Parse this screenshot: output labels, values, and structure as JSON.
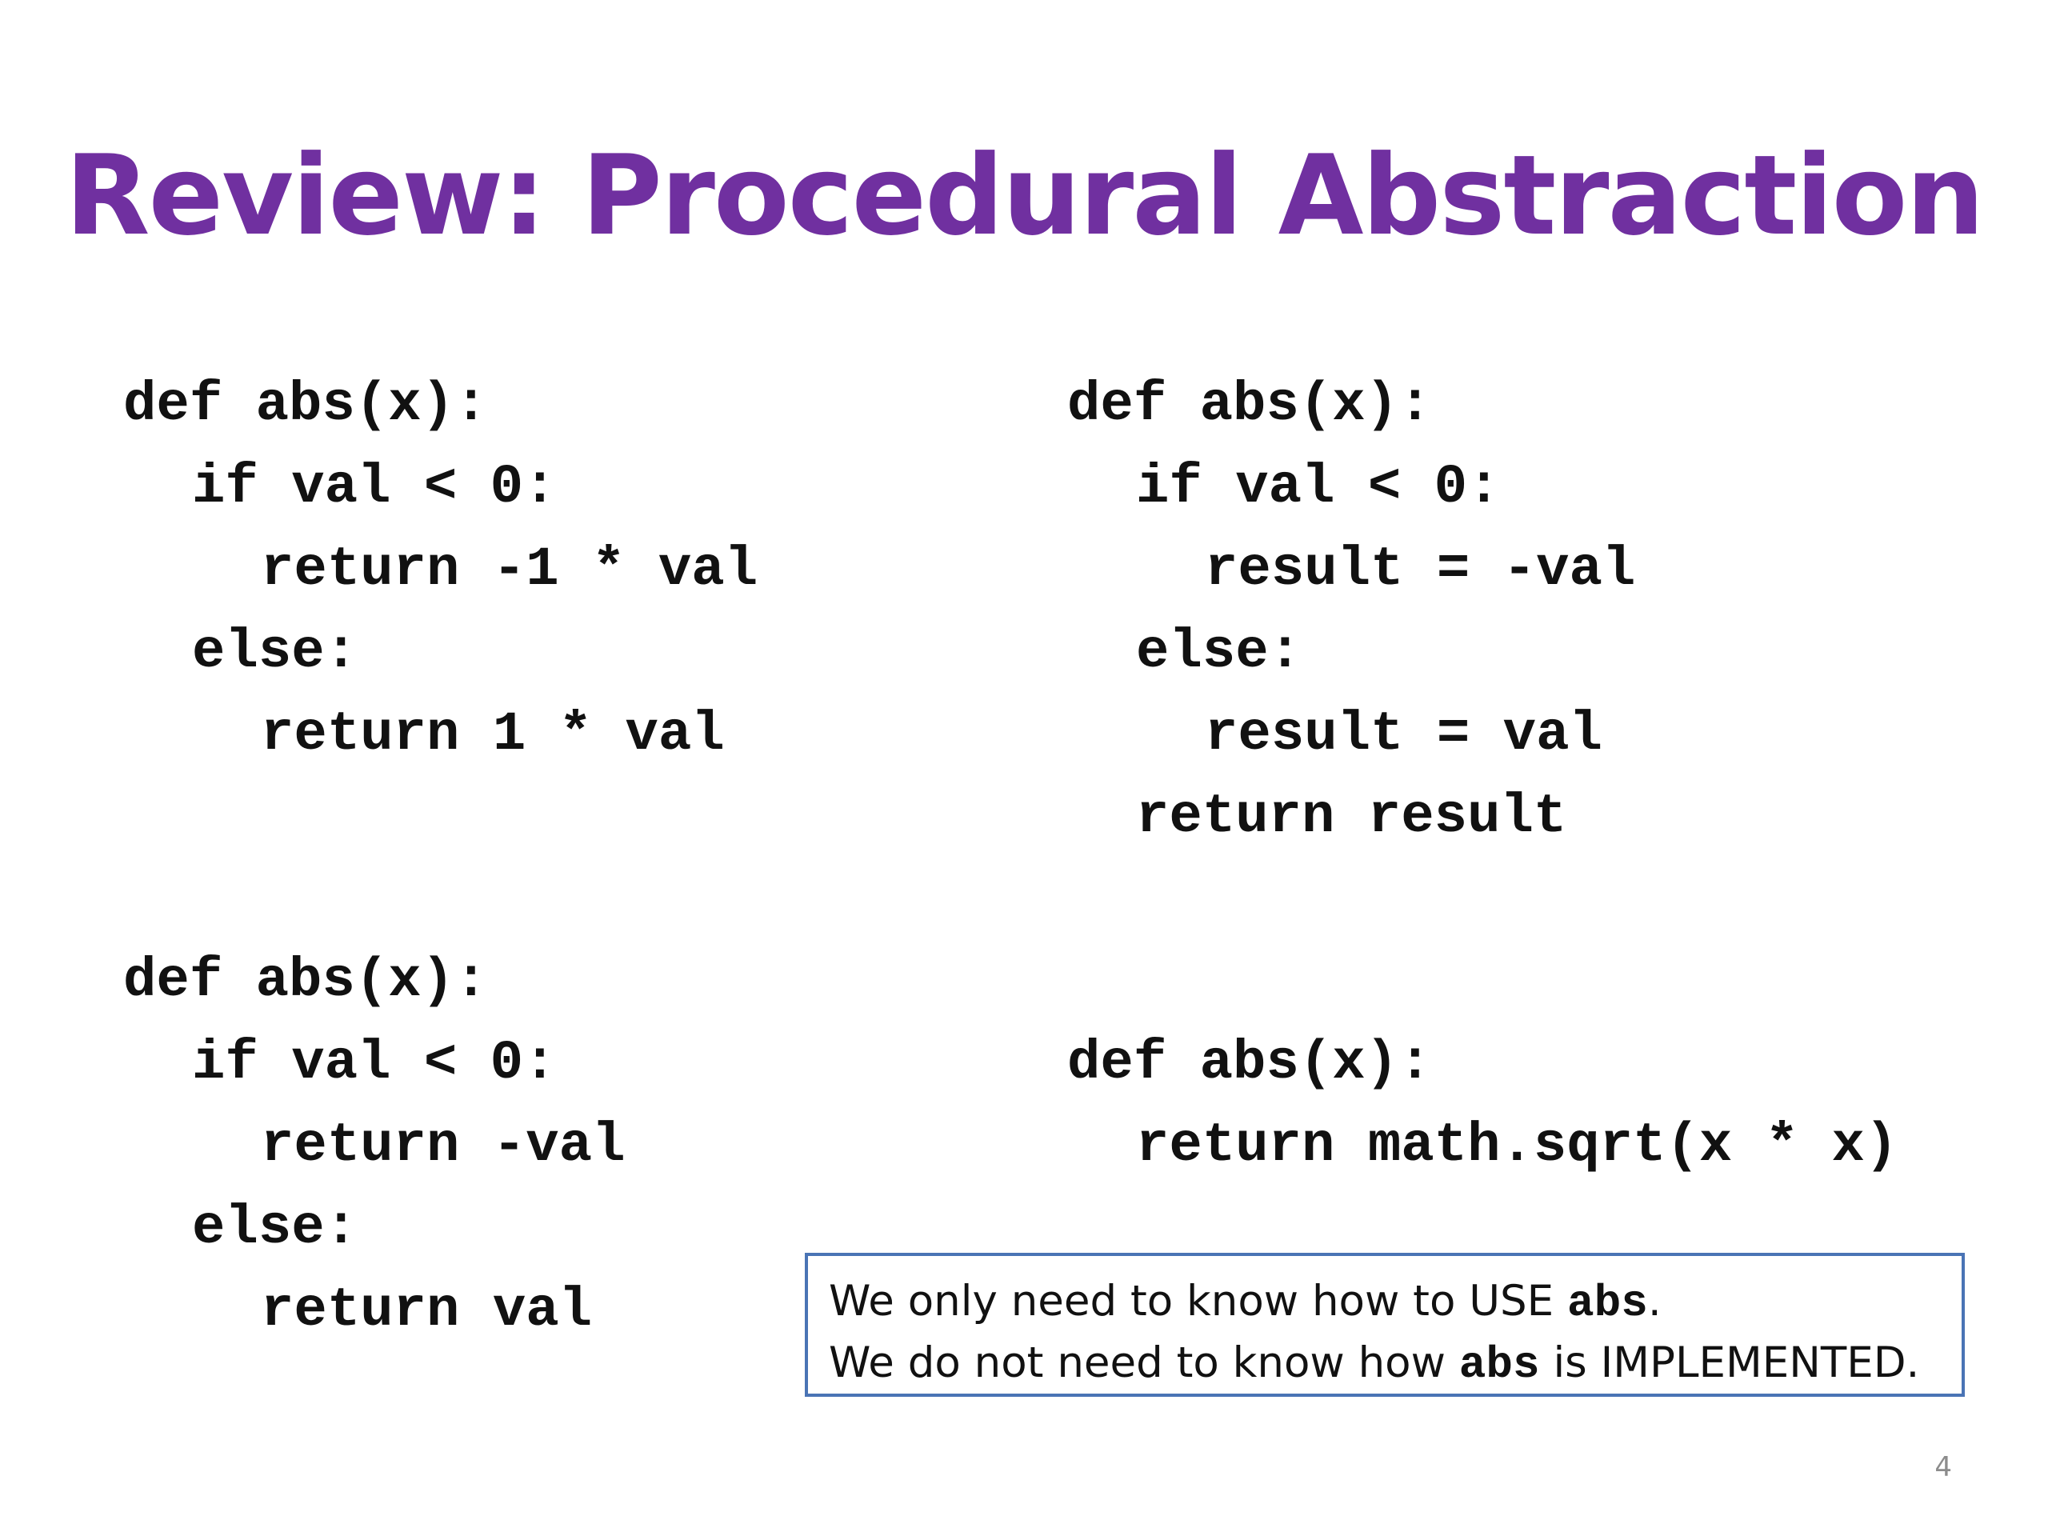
{
  "slide": {
    "title": "Review: Procedural Abstraction",
    "page_number": "4",
    "colors": {
      "title": "#7030a0",
      "text": "#111111",
      "box_border": "#4a74b5",
      "page_number": "#8c8c8c"
    }
  },
  "code_blocks": {
    "top_left": [
      {
        "text": "def abs(x):",
        "indent": 0
      },
      {
        "text": "if val < 0:",
        "indent": 1
      },
      {
        "text": "return -1 * val",
        "indent": 2
      },
      {
        "text": "else:",
        "indent": 1
      },
      {
        "text": "return 1 * val",
        "indent": 2
      }
    ],
    "top_right": [
      {
        "text": "def abs(x):",
        "indent": 0
      },
      {
        "text": "if val < 0:",
        "indent": 1
      },
      {
        "text": "result = -val",
        "indent": 2
      },
      {
        "text": "else:",
        "indent": 1
      },
      {
        "text": "result = val",
        "indent": 2
      },
      {
        "text": "return result",
        "indent": 1
      }
    ],
    "bottom_left": [
      {
        "text": "def abs(x):",
        "indent": 0
      },
      {
        "text": "if val < 0:",
        "indent": 1
      },
      {
        "text": "return -val",
        "indent": 2
      },
      {
        "text": "else:",
        "indent": 1
      },
      {
        "text": "return val",
        "indent": 2
      }
    ],
    "bottom_right": [
      {
        "text": "def abs(x):",
        "indent": 0
      },
      {
        "text": "return math.sqrt(x * x)",
        "indent": 1
      }
    ]
  },
  "note": {
    "line1": {
      "before": "We only need to know how to USE ",
      "code": "abs",
      "after": "."
    },
    "line2": {
      "before": "We do not need to know how ",
      "code": "abs",
      "after": " is IMPLEMENTED."
    }
  }
}
